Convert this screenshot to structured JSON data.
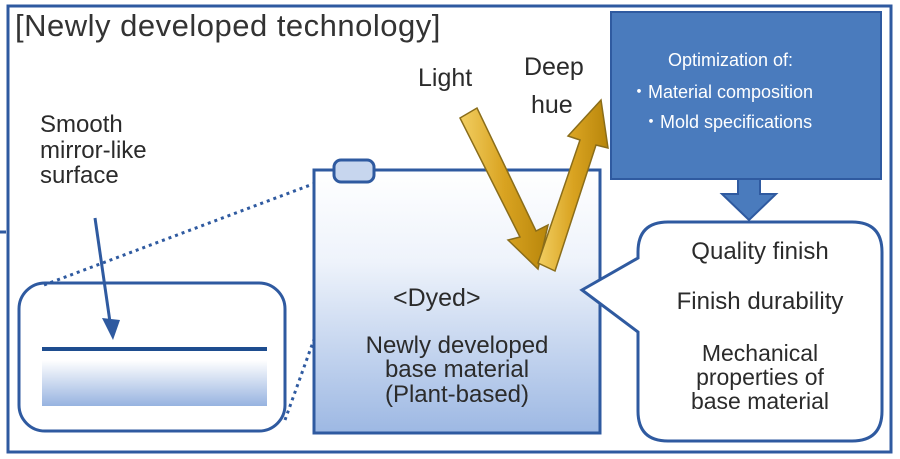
{
  "diagram": {
    "title": "[Newly developed technology]",
    "surface_label": [
      "Smooth",
      "mirror-like",
      "surface"
    ],
    "light_label": "Light",
    "hue_label": [
      "Deep",
      "hue"
    ],
    "optimization": {
      "heading": "Optimization of:",
      "items": [
        "・Material  composition",
        "・Mold specifications"
      ]
    },
    "base": {
      "dyed": "<Dyed>",
      "lines": [
        "Newly developed",
        "base material",
        "(Plant-based)"
      ]
    },
    "results": {
      "quality": "Quality finish",
      "durability": "Finish durability",
      "mechanical": [
        "Mechanical",
        "properties of",
        "base material"
      ]
    },
    "colors": {
      "frame": "#2f5aa0",
      "box_fill": "#4a7bbd",
      "gradient_top": "#ffffff",
      "gradient_bottom": "#9db8e3",
      "arrow_gold": "#d4a020",
      "text": "#2b2b2b"
    }
  }
}
